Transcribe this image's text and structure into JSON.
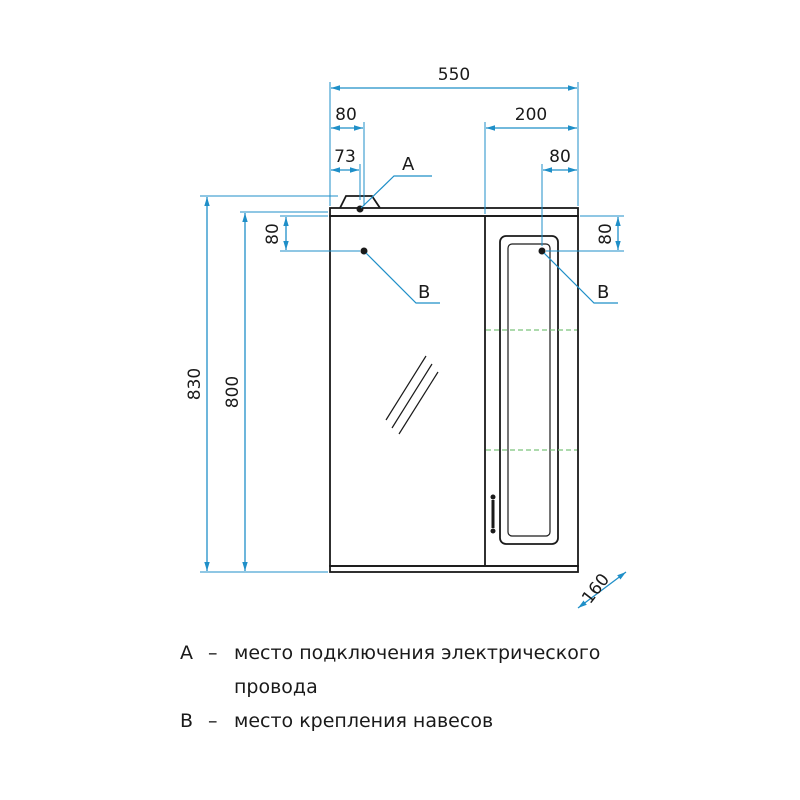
{
  "dimensions": {
    "total_width": "550",
    "left_offset_80": "80",
    "left_offset_73": "73",
    "right_section": "200",
    "right_offset_80": "80",
    "left_vertical_80": "80",
    "right_vertical_80": "80",
    "total_height": "830",
    "body_height": "800",
    "depth": "160"
  },
  "markers": {
    "a": "A",
    "b_left": "B",
    "b_right": "B"
  },
  "legend": [
    {
      "key": "А",
      "dash": "–",
      "text": "место подключения электрического провода"
    },
    {
      "key": "В",
      "dash": "–",
      "text": "место крепления навесов"
    }
  ]
}
